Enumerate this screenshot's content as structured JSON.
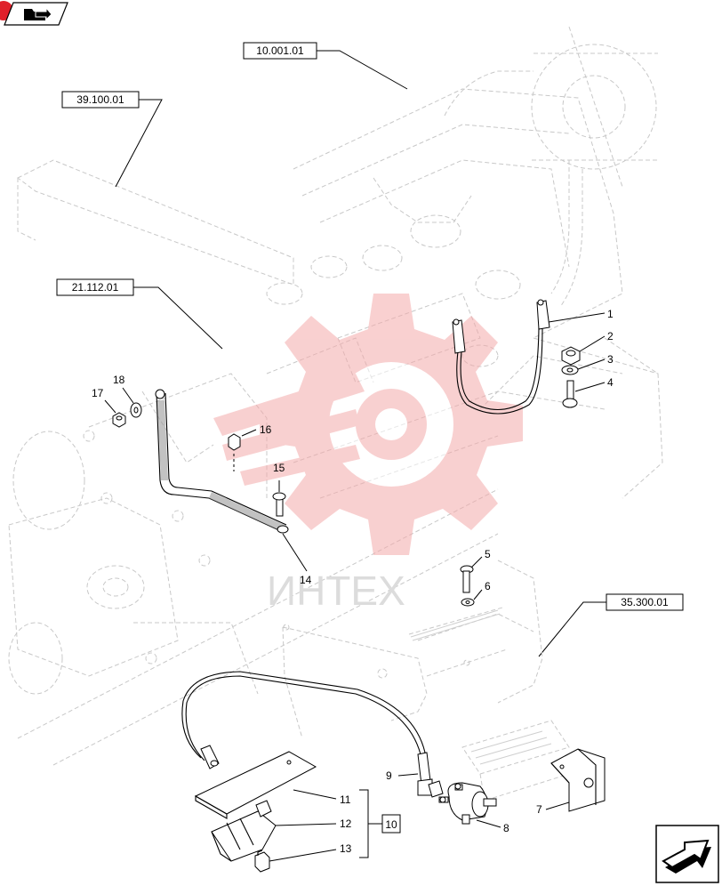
{
  "colors": {
    "watermark": "#f4aaaa",
    "watermark_text": "#dcdcdc",
    "ghost_lines": "#c8c8c8",
    "badge": "#e0202a"
  },
  "icons": {
    "top_left": "folder-arrow-icon",
    "bottom_right": "next-page-arrow-icon",
    "watermark": "gear-logo-watermark"
  },
  "watermark": {
    "text": "ИНТЕХ"
  },
  "references": [
    {
      "id": "ref-10-001-01",
      "label": "10.001.01"
    },
    {
      "id": "ref-39-100-01",
      "label": "39.100.01"
    },
    {
      "id": "ref-21-112-01",
      "label": "21.112.01"
    },
    {
      "id": "ref-35-300-01",
      "label": "35.300.01"
    }
  ],
  "kit": {
    "label": "10"
  },
  "callouts": [
    "1",
    "2",
    "3",
    "4",
    "5",
    "6",
    "7",
    "8",
    "9",
    "11",
    "12",
    "13",
    "14",
    "15",
    "16",
    "17",
    "18"
  ]
}
